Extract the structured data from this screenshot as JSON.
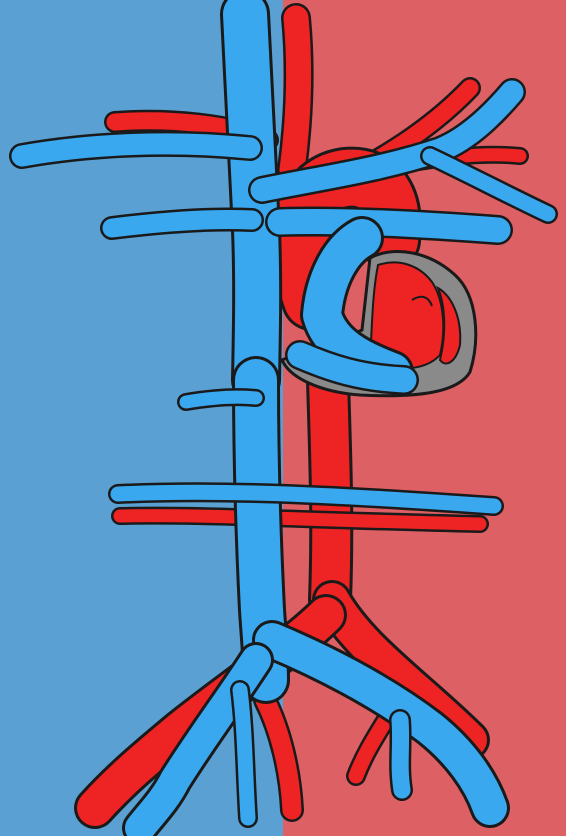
{
  "colors": {
    "venous_side_background": "#5aa0d2",
    "arterial_side_background": "#dc6064",
    "vein": "#3aa8ef",
    "artery": "#ee2323",
    "heart_wall": "#8a8a8a",
    "outline": "#1a1a1a"
  },
  "vessels": {
    "veins": [
      "superior-vena-cava",
      "inferior-vena-cava",
      "pulmonary-artery",
      "left-jugular-vein",
      "upper-left-branch-vein",
      "right-upper-branch-vein",
      "mid-left-branch-vein",
      "renal-vein",
      "left-iliac-vein",
      "right-iliac-vein"
    ],
    "arteries": [
      "aorta",
      "aortic-arch",
      "carotid-artery",
      "subclavian-artery",
      "renal-artery",
      "left-iliac-artery",
      "right-iliac-artery"
    ]
  },
  "heart": {
    "structures": [
      "right-atrium",
      "right-ventricle",
      "left-ventricle",
      "heart-septum"
    ]
  }
}
